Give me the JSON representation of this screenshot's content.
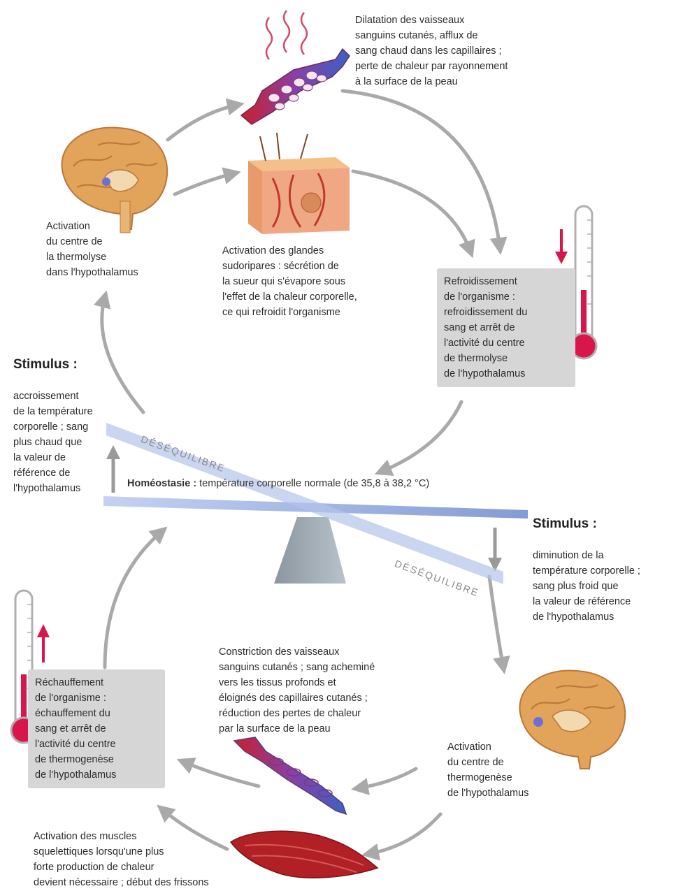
{
  "top": {
    "vasodilation_text": "Dilatation des vaisseaux\nsanguins cutanés, afflux de\nsang chaud dans les capillaires ;\nperte de chaleur par rayonnement\nà la surface de la peau",
    "thermolysis_activation": "Activation\ndu centre de\nla thermolyse\ndans l'hypothalamus",
    "sweat_glands": "Activation des glandes\nsudoripares : sécrétion de\nla sueur qui s'évapore sous\nl'effet de la chaleur corporelle,\nce qui refroidit l'organisme",
    "cooling_box": "Refroidissement\nde l'organisme :\nrefroidissement du\nsang et arrêt de\nl'activité du centre\nde thermolyse\nde l'hypothalamus"
  },
  "stimulus_high": {
    "title": "Stimulus :",
    "text": "accroissement\nde la température\ncorporelle ; sang\nplus chaud que\nla valeur de\nréférence de\nl'hypothalamus"
  },
  "balance": {
    "homeostasis_label": "Homéostasie :",
    "homeostasis_text": "température corporelle normale (de 35,8 à 38,2 °C)",
    "imbalance_top": "DÉSÉQUILIBRE",
    "imbalance_bottom": "DÉSÉQUILIBRE"
  },
  "stimulus_low": {
    "title": "Stimulus :",
    "text": "diminution de la\ntempérature corporelle ;\nsang plus froid que\nla valeur de référence\nde l'hypothalamus"
  },
  "bottom": {
    "vasoconstriction_text": "Constriction des vaisseaux\nsanguins cutanés ; sang acheminé\nvers les tissus profonds et\néloignés des capillaires cutanés ;\nréduction des pertes de chaleur\npar la surface de la peau",
    "thermogenesis_activation": "Activation\ndu centre de\nthermogenèse\nde l'hypothalamus",
    "warming_box": "Réchauffement\nde l'organisme :\néchauffement du\nsang et arrêt de\nl'activité du centre\nde thermogenèse\nde l'hypothalamus",
    "muscles_text": "Activation des muscles\nsquelettiques lorsqu'une plus\nforte production de chaleur\ndevient nécessaire ; début des frissons"
  },
  "colors": {
    "arrow": "#a9a9a9",
    "beam": "#8ea5d8",
    "box": "#d6d6d6",
    "thermo_red": "#d9164b",
    "vessel_red": "#c8202a",
    "vessel_blue": "#3a62c4",
    "brain": "#e2a35a",
    "muscle": "#b02024"
  },
  "icons": [
    "brain-icon",
    "vessels-dilated-icon",
    "skin-block-icon",
    "thermometer-icon",
    "vessels-constricted-icon",
    "muscle-icon",
    "heat-waves-icon"
  ]
}
